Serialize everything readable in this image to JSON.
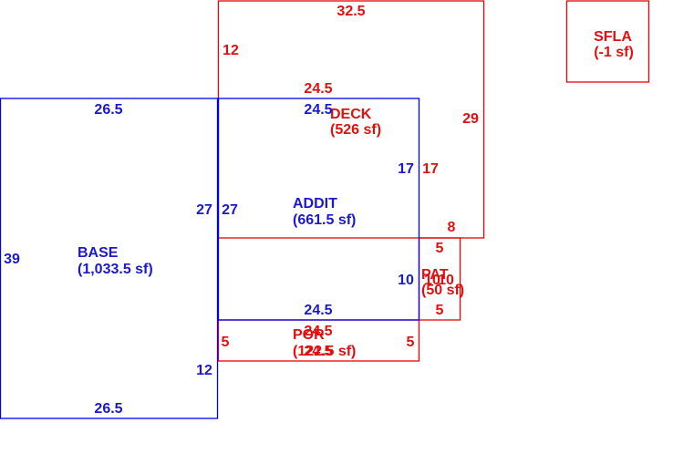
{
  "colors": {
    "base_stroke": "#0000ee",
    "area_stroke": "#ee0000",
    "base_text": "#1a1acc",
    "area_text": "#e01010"
  },
  "base": {
    "name": "BASE",
    "area": "(1,033.5 sf)",
    "top": "26.5",
    "bottom": "26.5",
    "left": "39",
    "right_upper": "27",
    "right_lower": "12"
  },
  "addit": {
    "name": "ADDIT",
    "area": "(661.5 sf)",
    "top": "24.5",
    "bottom": "24.5",
    "left": "27",
    "right_upper": "17",
    "right_lower": "10"
  },
  "deck": {
    "name": "DECK",
    "area": "(526 sf)",
    "top": "32.5",
    "inner_top": "24.5",
    "left": "12",
    "right": "29",
    "inner_right": "17",
    "bottom": "8"
  },
  "pat": {
    "name": "PAT",
    "area": "(50 sf)",
    "top": "5",
    "bottom": "5",
    "left": "10",
    "right": "10"
  },
  "por": {
    "name": "POR",
    "area": "(122.5 sf)",
    "top": "24.5",
    "bottom": "24.5",
    "left": "5",
    "right": "5"
  },
  "sfla": {
    "name": "SFLA",
    "area": "(-1 sf)"
  }
}
